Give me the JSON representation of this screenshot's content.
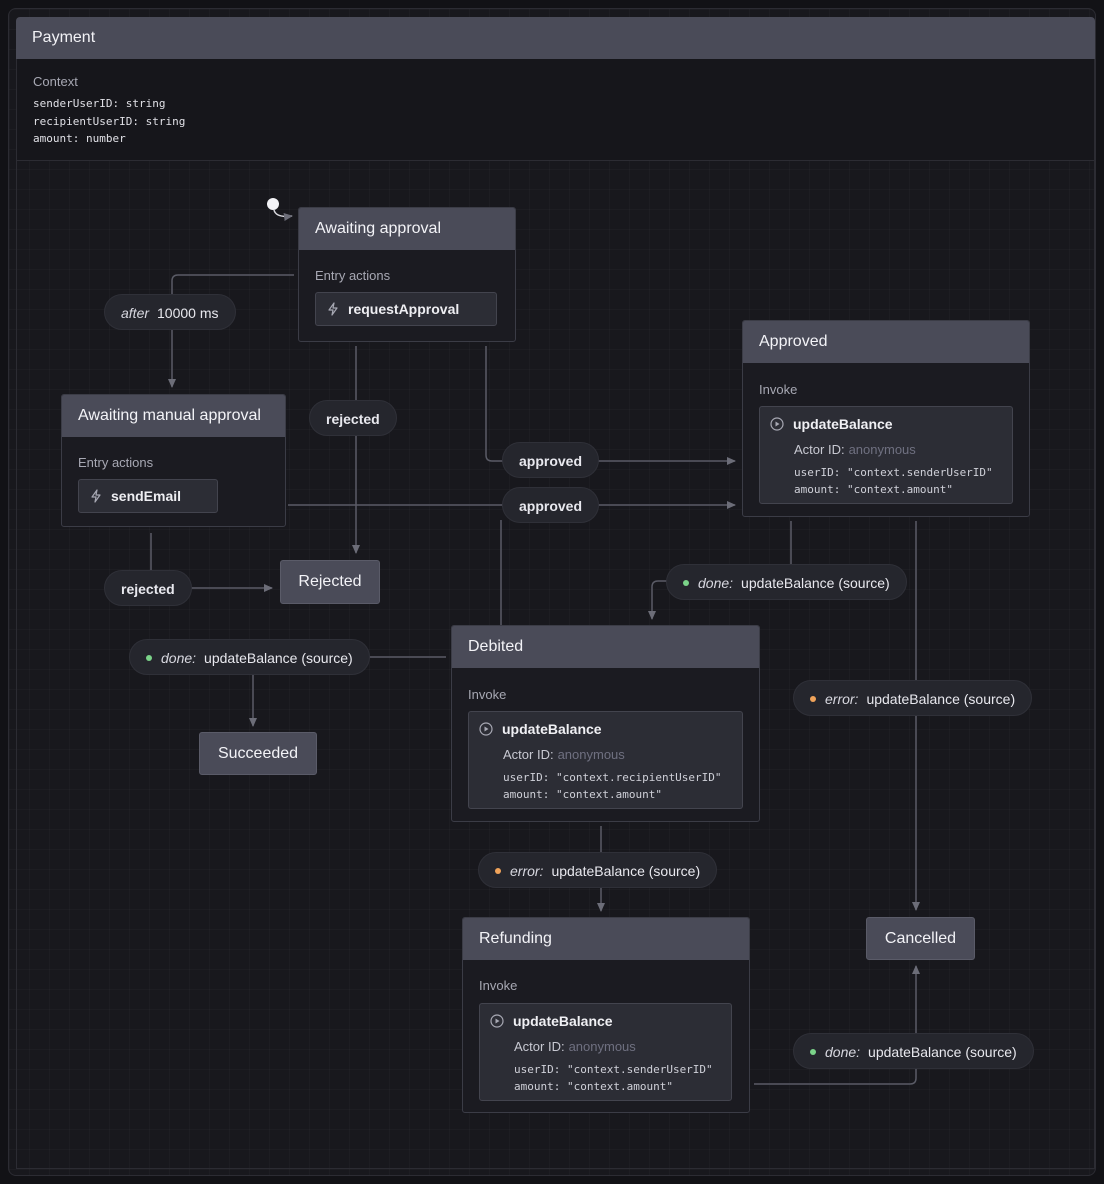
{
  "machine": {
    "title": "Payment",
    "context_label": "Context",
    "context_lines": [
      "senderUserID: string",
      "recipientUserID: string",
      "amount: number"
    ]
  },
  "labels": {
    "entry_actions": "Entry actions",
    "invoke": "Invoke",
    "actor_id": "Actor ID:",
    "anonymous": "anonymous"
  },
  "states": {
    "awaiting_approval": {
      "title": "Awaiting approval",
      "action": "requestApproval"
    },
    "awaiting_manual": {
      "title": "Awaiting manual approval",
      "action": "sendEmail"
    },
    "approved": {
      "title": "Approved",
      "invoke_name": "updateBalance",
      "lines": [
        "userID: \"context.senderUserID\"",
        "amount: \"context.amount\""
      ]
    },
    "debited": {
      "title": "Debited",
      "invoke_name": "updateBalance",
      "lines": [
        "userID: \"context.recipientUserID\"",
        "amount: \"context.amount\""
      ]
    },
    "refunding": {
      "title": "Refunding",
      "invoke_name": "updateBalance",
      "lines": [
        "userID: \"context.senderUserID\"",
        "amount: \"context.amount\""
      ]
    },
    "rejected": {
      "title": "Rejected"
    },
    "succeeded": {
      "title": "Succeeded"
    },
    "cancelled": {
      "title": "Cancelled"
    }
  },
  "transitions": {
    "after": {
      "keyword": "after",
      "value": "10000 ms"
    },
    "rejected_1": "rejected",
    "rejected_2": "rejected",
    "approved_1": "approved",
    "approved_2": "approved",
    "done_approved": {
      "keyword": "done:",
      "text": "updateBalance (source)"
    },
    "done_debited": {
      "keyword": "done:",
      "text": "updateBalance (source)"
    },
    "error_approved": {
      "keyword": "error:",
      "text": "updateBalance (source)"
    },
    "error_debited": {
      "keyword": "error:",
      "text": "updateBalance (source)"
    },
    "done_refunding": {
      "keyword": "done:",
      "text": "updateBalance (source)"
    }
  },
  "colors": {
    "done_dot": "#7bd389",
    "error_dot": "#f0a35a",
    "edge": "#6c6d78"
  }
}
